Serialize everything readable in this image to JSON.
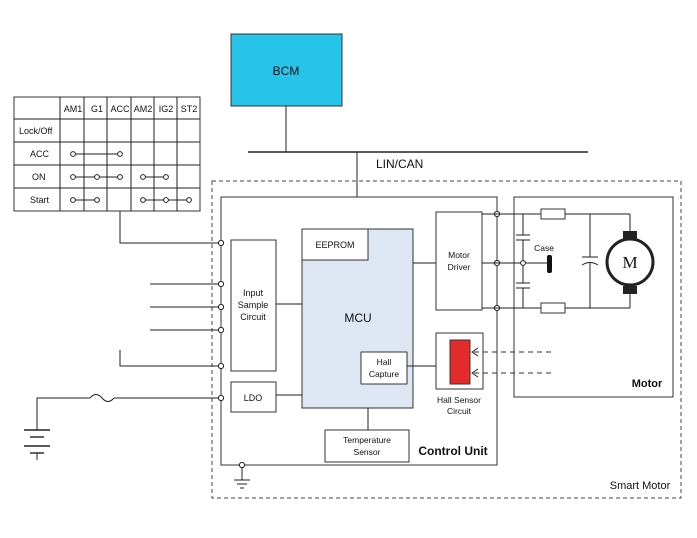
{
  "colors": {
    "bcm_fill": "#27c3e8",
    "mcu_fill": "#dde6f2",
    "hall_sensor_fill": "#e32b2b",
    "line": "#222222"
  },
  "blocks": {
    "bcm": "BCM",
    "bus": "LIN/CAN",
    "eeprom": "EEPROM",
    "mcu": "MCU",
    "motor_driver": [
      "Motor",
      "Driver"
    ],
    "input_sample": [
      "Input",
      "Sample",
      "Circuit"
    ],
    "ldo": "LDO",
    "hall_capture": [
      "Hall",
      "Capture"
    ],
    "hall_sensor": [
      "Hall Sensor",
      "Circuit"
    ],
    "temperature_sensor": [
      "Temperature",
      "Sensor"
    ],
    "case": "Case",
    "motor_symbol": "M"
  },
  "regions": {
    "motor": "Motor",
    "control_unit": "Control Unit",
    "smart_motor": "Smart Motor"
  },
  "ignition_table": {
    "columns": [
      "AM1",
      "G1",
      "ACC",
      "AM2",
      "IG2",
      "ST2"
    ],
    "rows": [
      "Lock/Off",
      "ACC",
      "ON",
      "Start"
    ]
  },
  "icons": [
    "switch-contact-icon",
    "fuse-icon",
    "battery-icon",
    "ground-icon",
    "capacitor-icon",
    "resistor-icon",
    "motor-icon"
  ]
}
